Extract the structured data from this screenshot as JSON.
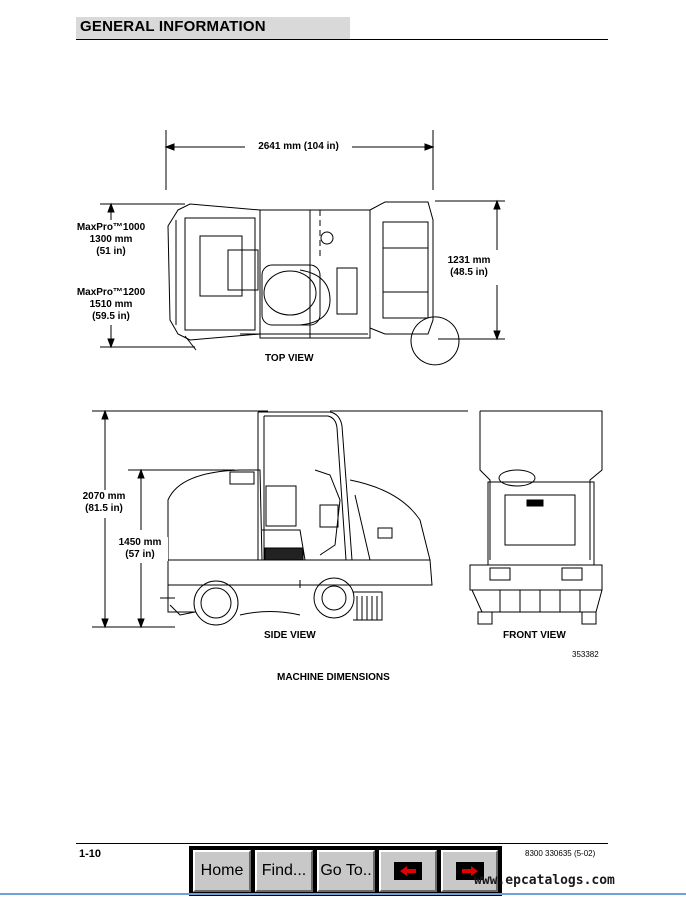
{
  "header": {
    "title": "GENERAL INFORMATION"
  },
  "top_view": {
    "length_label": "2641 mm (104 in)",
    "maxpro1000_model": "MaxPro™1000",
    "maxpro1000_mm": "1300 mm",
    "maxpro1000_in": "(51  in)",
    "maxpro1200_model": "MaxPro™1200",
    "maxpro1200_mm": "1510 mm",
    "maxpro1200_in": "(59.5  in)",
    "width_mm": "1231  mm",
    "width_in": "(48.5  in)",
    "caption": "TOP VIEW"
  },
  "side_view": {
    "height_total_mm": "2070 mm",
    "height_total_in": "(81.5  in)",
    "height_body_mm": "1450 mm",
    "height_body_in": "(57 in)",
    "caption": "SIDE VIEW"
  },
  "front_view": {
    "caption": "FRONT VIEW"
  },
  "figure": {
    "number": "353382",
    "caption": "MACHINE DIMENSIONS"
  },
  "footer": {
    "page_number": "1-10",
    "doc_number": "8300 330635 (5-02)",
    "buttons": {
      "home": "Home",
      "find": "Find...",
      "goto": "Go To..",
      "prev_icon": "arrow-left-icon",
      "next_icon": "arrow-right-icon"
    },
    "watermark": "www.epcatalogs.com"
  },
  "colors": {
    "nav_arrow": "#e00000",
    "header_bar": "#d9d9d9",
    "button_face": "#c8c8c8"
  }
}
